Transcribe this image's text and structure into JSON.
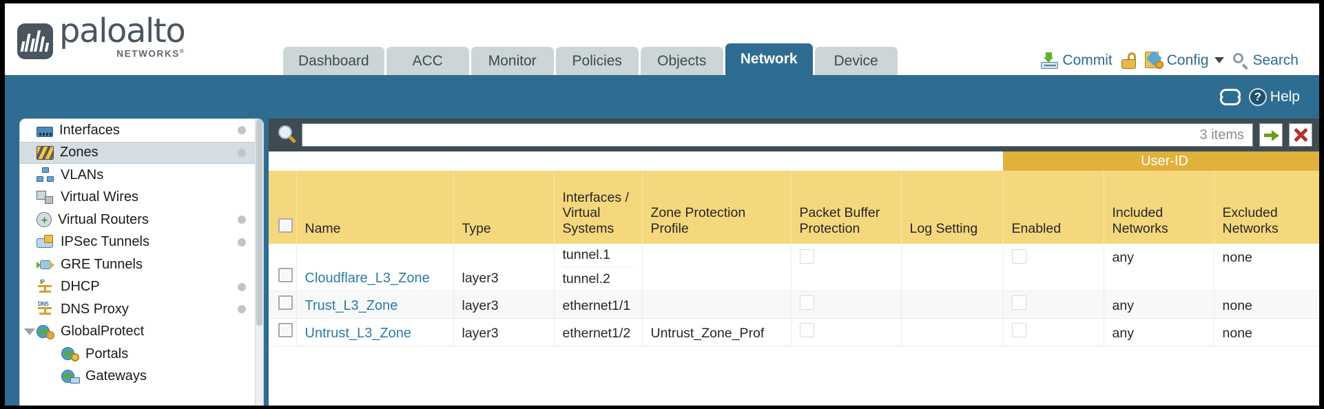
{
  "header": {
    "logo_word": "paloalto",
    "logo_sub": "NETWORKS",
    "tabs": [
      {
        "label": "Dashboard",
        "active": false
      },
      {
        "label": "ACC",
        "active": false
      },
      {
        "label": "Monitor",
        "active": false
      },
      {
        "label": "Policies",
        "active": false
      },
      {
        "label": "Objects",
        "active": false
      },
      {
        "label": "Network",
        "active": true
      },
      {
        "label": "Device",
        "active": false
      }
    ],
    "actions": {
      "commit": "Commit",
      "config": "Config",
      "search": "Search"
    }
  },
  "bluebar": {
    "help": "Help"
  },
  "sidebar": {
    "items": [
      {
        "label": "Interfaces",
        "icon": "interfaces-icon",
        "dot": true,
        "selected": false,
        "child": false,
        "expander": false
      },
      {
        "label": "Zones",
        "icon": "zones-icon",
        "dot": true,
        "selected": true,
        "child": false,
        "expander": false
      },
      {
        "label": "VLANs",
        "icon": "vlans-icon",
        "dot": false,
        "selected": false,
        "child": false,
        "expander": false
      },
      {
        "label": "Virtual Wires",
        "icon": "virtual-wires-icon",
        "dot": false,
        "selected": false,
        "child": false,
        "expander": false
      },
      {
        "label": "Virtual Routers",
        "icon": "virtual-routers-icon",
        "dot": true,
        "selected": false,
        "child": false,
        "expander": false
      },
      {
        "label": "IPSec Tunnels",
        "icon": "ipsec-tunnels-icon",
        "dot": true,
        "selected": false,
        "child": false,
        "expander": false
      },
      {
        "label": "GRE Tunnels",
        "icon": "gre-tunnels-icon",
        "dot": false,
        "selected": false,
        "child": false,
        "expander": false
      },
      {
        "label": "DHCP",
        "icon": "dhcp-icon",
        "dot": true,
        "selected": false,
        "child": false,
        "expander": false
      },
      {
        "label": "DNS Proxy",
        "icon": "dns-proxy-icon",
        "dot": true,
        "selected": false,
        "child": false,
        "expander": false
      },
      {
        "label": "GlobalProtect",
        "icon": "globalprotect-icon",
        "dot": false,
        "selected": false,
        "child": false,
        "expander": true
      },
      {
        "label": "Portals",
        "icon": "portals-icon",
        "dot": false,
        "selected": false,
        "child": true,
        "expander": false
      },
      {
        "label": "Gateways",
        "icon": "gateways-icon",
        "dot": false,
        "selected": false,
        "child": true,
        "expander": false
      }
    ]
  },
  "search": {
    "value": "",
    "placeholder": "",
    "item_count": "3 items"
  },
  "table": {
    "group_header": "User-ID",
    "columns": [
      "Name",
      "Type",
      "Interfaces / Virtual Systems",
      "Zone Protection Profile",
      "Packet Buffer Protection",
      "Log Setting",
      "Enabled",
      "Included Networks",
      "Excluded Networks"
    ],
    "rows": [
      {
        "name": "Cloudflare_L3_Zone",
        "type": "layer3",
        "interfaces": [
          "tunnel.1",
          "tunnel.2"
        ],
        "zone_protection_profile": "",
        "packet_buffer_protection": false,
        "log_setting": "",
        "userid_enabled": false,
        "included_networks": "any",
        "excluded_networks": "none"
      },
      {
        "name": "Trust_L3_Zone",
        "type": "layer3",
        "interfaces": [
          "ethernet1/1"
        ],
        "zone_protection_profile": "",
        "packet_buffer_protection": false,
        "log_setting": "",
        "userid_enabled": false,
        "included_networks": "any",
        "excluded_networks": "none"
      },
      {
        "name": "Untrust_L3_Zone",
        "type": "layer3",
        "interfaces": [
          "ethernet1/2"
        ],
        "zone_protection_profile": "Untrust_Zone_Prof",
        "packet_buffer_protection": false,
        "log_setting": "",
        "userid_enabled": false,
        "included_networks": "any",
        "excluded_networks": "none"
      }
    ]
  },
  "colors": {
    "brand_blue": "#2e6d91",
    "header_yellow": "#f5d87a",
    "group_yellow": "#e0b13c",
    "link_blue": "#2b7ba3",
    "tab_gray": "#cdd6d6"
  }
}
